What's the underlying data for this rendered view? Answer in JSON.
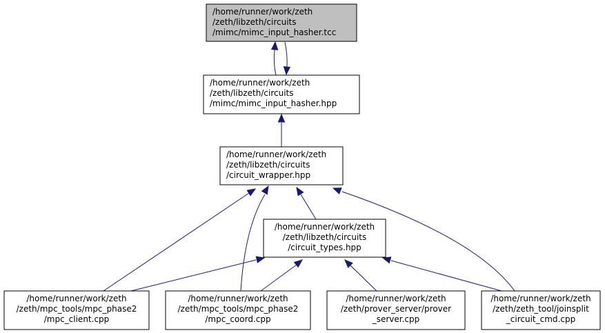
{
  "graph": {
    "nodes": [
      {
        "id": "n1",
        "lines": [
          "/home/runner/work/zeth",
          "/zeth/libzeth/circuits",
          "/mimc/mimc_input_hasher.tcc"
        ],
        "current": true
      },
      {
        "id": "n2",
        "lines": [
          "/home/runner/work/zeth",
          "/zeth/libzeth/circuits",
          "/mimc/mimc_input_hasher.hpp"
        ]
      },
      {
        "id": "n3",
        "lines": [
          "/home/runner/work/zeth",
          "/zeth/libzeth/circuits",
          "/circuit_wrapper.hpp"
        ]
      },
      {
        "id": "n4",
        "lines": [
          "/home/runner/work/zeth",
          "/zeth/libzeth/circuits",
          "/circuit_types.hpp"
        ]
      },
      {
        "id": "n5",
        "lines": [
          "/home/runner/work/zeth",
          "/zeth/mpc_tools/mpc_phase2",
          "/mpc_client.cpp"
        ]
      },
      {
        "id": "n6",
        "lines": [
          "/home/runner/work/zeth",
          "/zeth/mpc_tools/mpc_phase2",
          "/mpc_coord.cpp"
        ]
      },
      {
        "id": "n7",
        "lines": [
          "/home/runner/work/zeth",
          "/zeth/prover_server/prover",
          "_server.cpp"
        ]
      },
      {
        "id": "n8",
        "lines": [
          "/home/runner/work/zeth",
          "/zeth/zeth_tool/joinsplit",
          "_circuit_cmd.cpp"
        ]
      }
    ],
    "edges": [
      {
        "from": "n2",
        "to": "n1"
      },
      {
        "from": "n1",
        "to": "n2"
      },
      {
        "from": "n3",
        "to": "n2"
      },
      {
        "from": "n5",
        "to": "n3"
      },
      {
        "from": "n6",
        "to": "n3"
      },
      {
        "from": "n4",
        "to": "n3"
      },
      {
        "from": "n8",
        "to": "n3"
      },
      {
        "from": "n5",
        "to": "n4"
      },
      {
        "from": "n6",
        "to": "n4"
      },
      {
        "from": "n7",
        "to": "n4"
      },
      {
        "from": "n8",
        "to": "n4"
      }
    ],
    "colors": {
      "edge": "#191970",
      "current_fill": "#bfbfbf",
      "node_fill": "#ffffff",
      "border": "#000000"
    }
  }
}
